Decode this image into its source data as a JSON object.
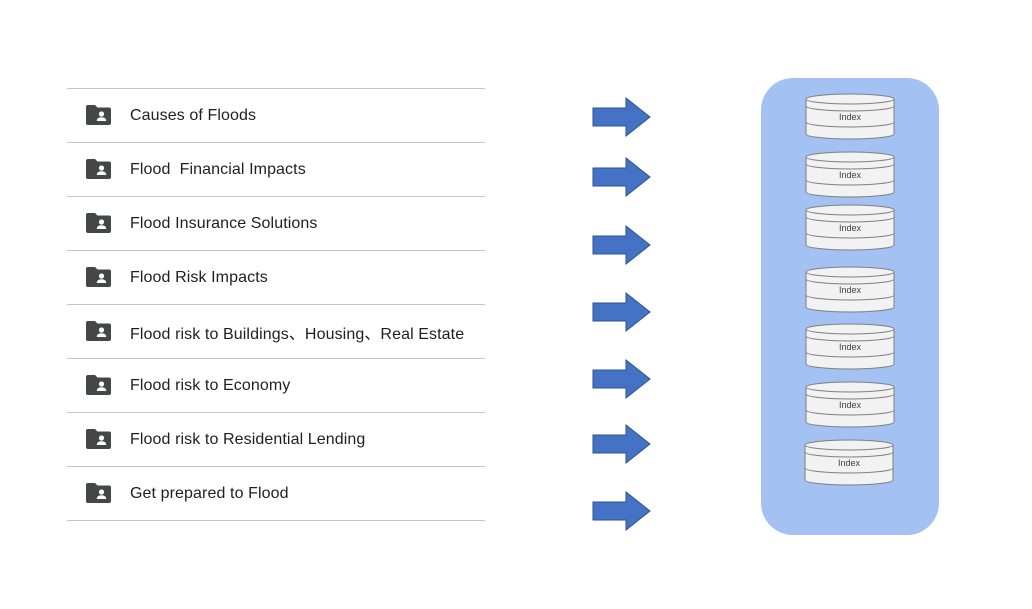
{
  "folders": [
    {
      "label": "Causes of Floods",
      "icon": "shared-folder-icon"
    },
    {
      "label": "Flood  Financial Impacts",
      "icon": "shared-folder-icon"
    },
    {
      "label": "Flood Insurance Solutions",
      "icon": "shared-folder-icon"
    },
    {
      "label": "Flood Risk Impacts",
      "icon": "shared-folder-icon"
    },
    {
      "label": "Flood risk to Buildings、Housing、Real Estate",
      "icon": "shared-folder-icon"
    },
    {
      "label": "Flood risk to Economy",
      "icon": "shared-folder-icon"
    },
    {
      "label": "Flood risk to Residential Lending",
      "icon": "shared-folder-icon"
    },
    {
      "label": "Get prepared to Flood",
      "icon": "shared-folder-icon"
    }
  ],
  "indexes": [
    {
      "label": "Index"
    },
    {
      "label": "Index"
    },
    {
      "label": "Index"
    },
    {
      "label": "Index"
    },
    {
      "label": "Index"
    },
    {
      "label": "Index"
    },
    {
      "label": "Index"
    }
  ],
  "colors": {
    "arrow_fill": "#4472c4",
    "arrow_stroke": "#2f528f",
    "panel_bg": "#a4c1f3",
    "cylinder_fill": "#f2f2f2",
    "cylinder_stroke": "#7f7f7f",
    "folder_icon": "#444746"
  }
}
